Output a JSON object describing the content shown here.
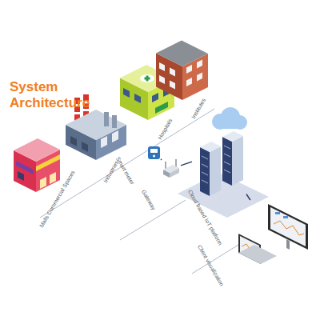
{
  "diagram": {
    "title": "System Architecture",
    "nodes": [
      {
        "text": [
          "Malls Commercial Spaces"
        ]
      },
      {
        "text": [
          "Industries"
        ]
      },
      {
        "text": [
          "Hospitals"
        ]
      },
      {
        "text": [
          "Institutes"
        ]
      },
      {
        "text": [
          "Smart meter"
        ]
      },
      {
        "text": [
          "Gateway"
        ]
      },
      {
        "text": [
          "Cloud based IoT platform"
        ]
      },
      {
        "text": [
          "Client visualization"
        ]
      }
    ],
    "edges": [
      {
        "from": 4,
        "to": 5,
        "arrow": "none"
      },
      {
        "from": 5,
        "to": 6,
        "arrow": "none"
      },
      {
        "from": 6,
        "to": 7,
        "arrow": "none"
      }
    ]
  }
}
